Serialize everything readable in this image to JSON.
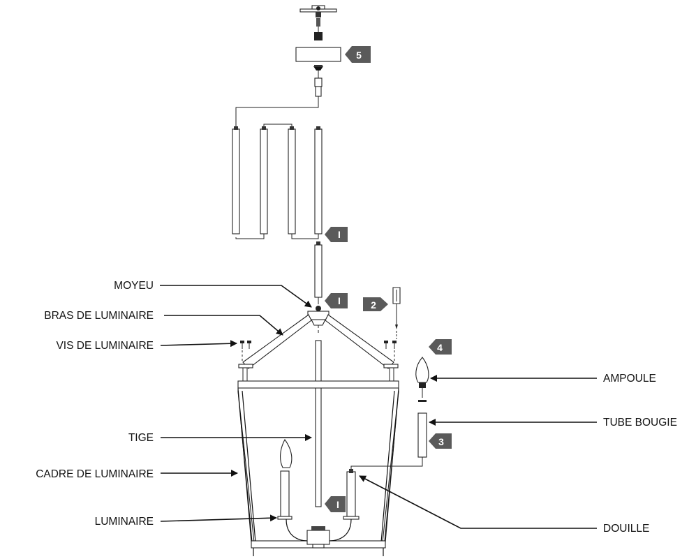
{
  "labels": {
    "moyeu": "MOYEU",
    "bras": "BRAS DE LUMINAIRE",
    "vis": "VIS DE LUMINAIRE",
    "tige": "TIGE",
    "cadre": "CADRE DE LUMINAIRE",
    "luminaire": "LUMINAIRE",
    "ampoule": "AMPOULE",
    "tube": "TUBE BOUGIE",
    "douille": "DOUILLE"
  },
  "steps": {
    "top_canopy": "5",
    "rod_joint": "I",
    "hub": "I",
    "screwdriver": "2",
    "bulb": "4",
    "candle_tube": "3",
    "bottom": "I"
  },
  "colors": {
    "badge": "#5a5a5a",
    "line": "#111111",
    "background": "#ffffff"
  }
}
